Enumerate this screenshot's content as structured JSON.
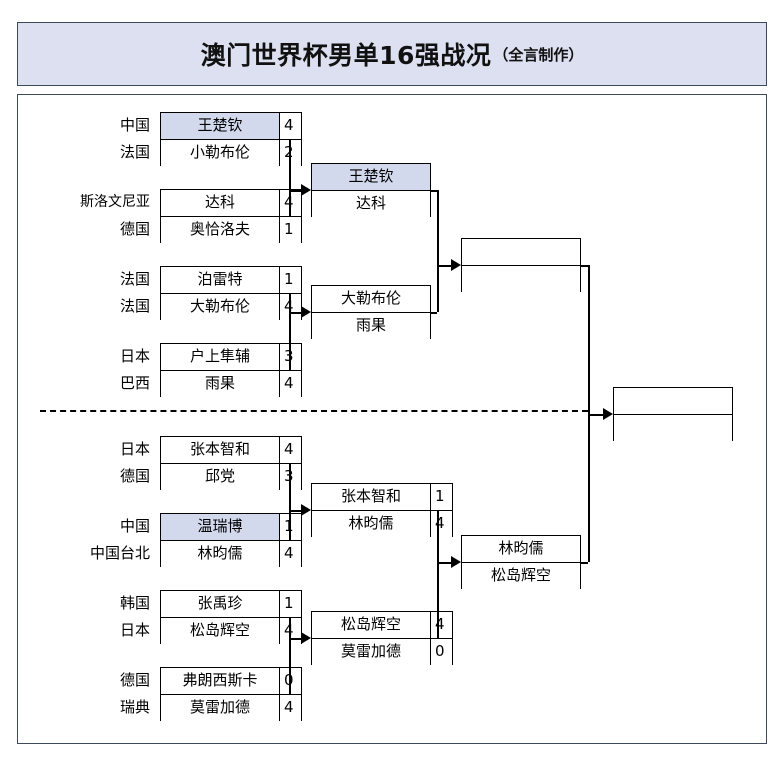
{
  "title": {
    "main": "澳门世界杯男单16强战况",
    "sub": "（全言制作）"
  },
  "colors": {
    "highlight": "#d2d9ec",
    "title_bg": "#dce0f0",
    "border": "#000000",
    "frame": "#3c4a5c"
  },
  "round1": [
    {
      "top": {
        "country": "中国",
        "name": "王楚钦",
        "score": "4",
        "highlight": true
      },
      "bottom": {
        "country": "法国",
        "name": "小勒布伦",
        "score": "2",
        "highlight": false
      }
    },
    {
      "top": {
        "country": "斯洛文尼亚",
        "country_small": true,
        "name": "达科",
        "score": "4",
        "highlight": false
      },
      "bottom": {
        "country": "德国",
        "name": "奥恰洛夫",
        "score": "1",
        "highlight": false
      }
    },
    {
      "top": {
        "country": "法国",
        "name": "泊雷特",
        "score": "1",
        "highlight": false
      },
      "bottom": {
        "country": "法国",
        "name": "大勒布伦",
        "score": "4",
        "highlight": false
      }
    },
    {
      "top": {
        "country": "日本",
        "name": "户上隼辅",
        "score": "3",
        "highlight": false
      },
      "bottom": {
        "country": "巴西",
        "name": "雨果",
        "score": "4",
        "highlight": false
      }
    },
    {
      "top": {
        "country": "日本",
        "name": "张本智和",
        "score": "4",
        "highlight": false
      },
      "bottom": {
        "country": "德国",
        "name": "邱党",
        "score": "3",
        "highlight": false
      }
    },
    {
      "top": {
        "country": "中国",
        "name": "温瑞博",
        "score": "1",
        "highlight": true
      },
      "bottom": {
        "country": "中国台北",
        "name": "林昀儒",
        "score": "4",
        "highlight": false
      }
    },
    {
      "top": {
        "country": "韩国",
        "name": "张禹珍",
        "score": "1",
        "highlight": false
      },
      "bottom": {
        "country": "日本",
        "name": "松岛辉空",
        "score": "4",
        "highlight": false
      }
    },
    {
      "top": {
        "country": "德国",
        "name": "弗朗西斯卡",
        "score": "0",
        "highlight": false
      },
      "bottom": {
        "country": "瑞典",
        "name": "莫雷加德",
        "score": "4",
        "highlight": false
      }
    }
  ],
  "round2": [
    {
      "top": {
        "name": "王楚钦",
        "score": "",
        "highlight": true
      },
      "bottom": {
        "name": "达科",
        "score": "",
        "highlight": false
      }
    },
    {
      "top": {
        "name": "大勒布伦",
        "score": "",
        "highlight": false
      },
      "bottom": {
        "name": "雨果",
        "score": "",
        "highlight": false
      }
    },
    {
      "top": {
        "name": "张本智和",
        "score": "1",
        "highlight": false
      },
      "bottom": {
        "name": "林昀儒",
        "score": "4",
        "highlight": false
      }
    },
    {
      "top": {
        "name": "松岛辉空",
        "score": "4",
        "highlight": false
      },
      "bottom": {
        "name": "莫雷加德",
        "score": "0",
        "highlight": false
      }
    }
  ],
  "round3": [
    {
      "top": {
        "name": "",
        "score": "",
        "highlight": false
      },
      "bottom": {
        "name": "",
        "score": "",
        "highlight": false
      }
    },
    {
      "top": {
        "name": "林昀儒",
        "score": "",
        "highlight": false
      },
      "bottom": {
        "name": "松岛辉空",
        "score": "",
        "highlight": false
      }
    }
  ],
  "final": {
    "top": {
      "name": "",
      "score": "",
      "highlight": false
    },
    "bottom": {
      "name": "",
      "score": "",
      "highlight": false
    }
  }
}
